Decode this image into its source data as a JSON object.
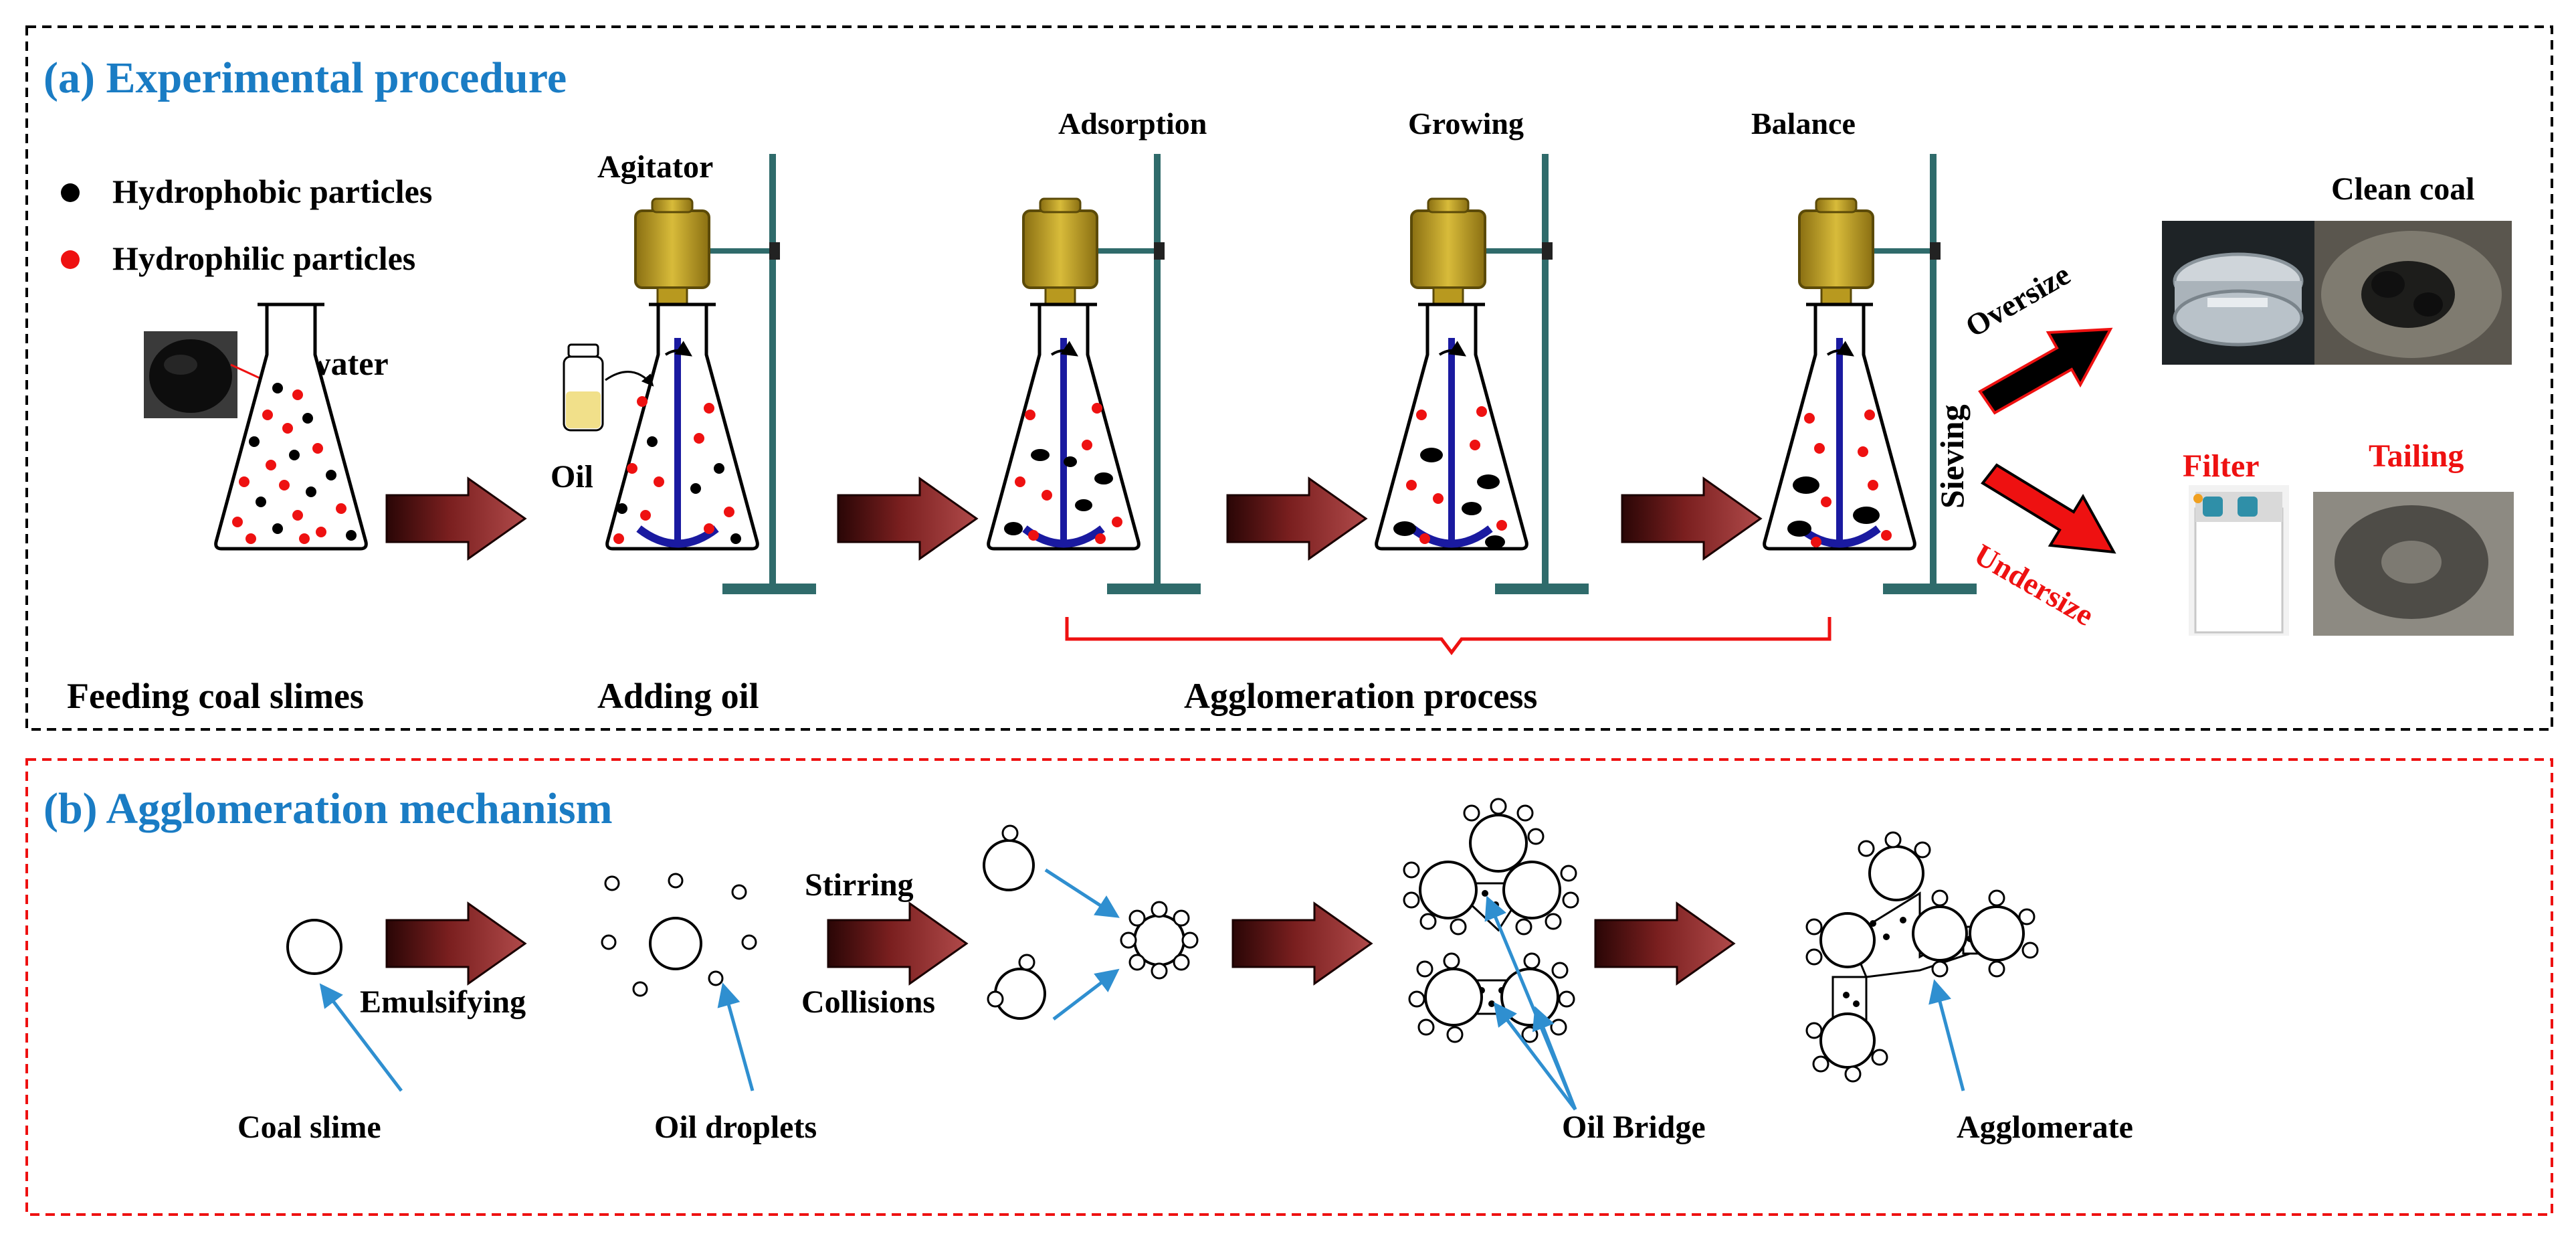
{
  "panel_a": {
    "title": "(a) Experimental procedure",
    "legend": {
      "hydrophobic": "Hydrophobic particles",
      "hydrophilic": "Hydrophilic particles"
    },
    "labels": {
      "water": "+water",
      "agitator": "Agitator",
      "oil": "Oil",
      "adsorption": "Adsorption",
      "growing": "Growing",
      "balance": "Balance",
      "sieving": "Sieving",
      "oversize": "Oversize",
      "undersize": "Undersize",
      "clean_coal": "Clean coal",
      "filter": "Filter",
      "tailing": "Tailing"
    },
    "steps": {
      "feeding": "Feeding coal slimes",
      "adding_oil": "Adding oil",
      "agglomeration": "Agglomeration process"
    }
  },
  "panel_b": {
    "title": "(b) Agglomeration mechanism",
    "labels": {
      "emulsifying": "Emulsifying",
      "stirring": "Stirring",
      "collisions": "Collisions",
      "coal_slime": "Coal slime",
      "oil_droplets": "Oil droplets",
      "oil_bridge": "Oil Bridge",
      "agglomerate": "Agglomerate"
    }
  },
  "colors": {
    "title_blue": "#1a7cc4",
    "accent_red": "#ff0000",
    "arrow_dark": "#5a0f0f",
    "stand_teal": "#2f6b6b",
    "motor_gold": "#c9a82a",
    "shaft_blue": "#1a1aa0",
    "pointer_blue": "#2f8fd0"
  }
}
